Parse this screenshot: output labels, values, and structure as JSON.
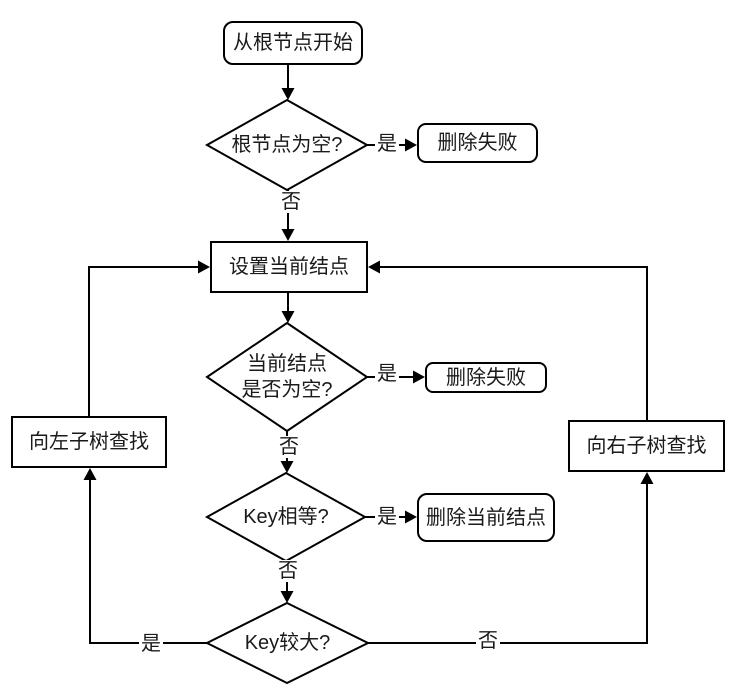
{
  "flowchart": {
    "nodes": {
      "start": {
        "label": "从根节点开始"
      },
      "root_empty": {
        "label": "根节点为空?"
      },
      "delete_fail_1": {
        "label": "删除失败"
      },
      "set_current": {
        "label": "设置当前结点"
      },
      "current_empty": {
        "lines": [
          "当前结点",
          "是否为空?"
        ]
      },
      "delete_fail_2": {
        "label": "删除失败"
      },
      "key_equal": {
        "label": "Key相等?"
      },
      "delete_current": {
        "label": "删除当前结点"
      },
      "key_greater": {
        "label": "Key较大?"
      },
      "search_left": {
        "label": "向左子树查找"
      },
      "search_right": {
        "label": "向右子树查找"
      }
    },
    "edge_labels": {
      "yes": "是",
      "no": "否"
    },
    "colors": {
      "stroke": "#000000",
      "background": "#ffffff",
      "text": "#1a1a1a"
    }
  }
}
